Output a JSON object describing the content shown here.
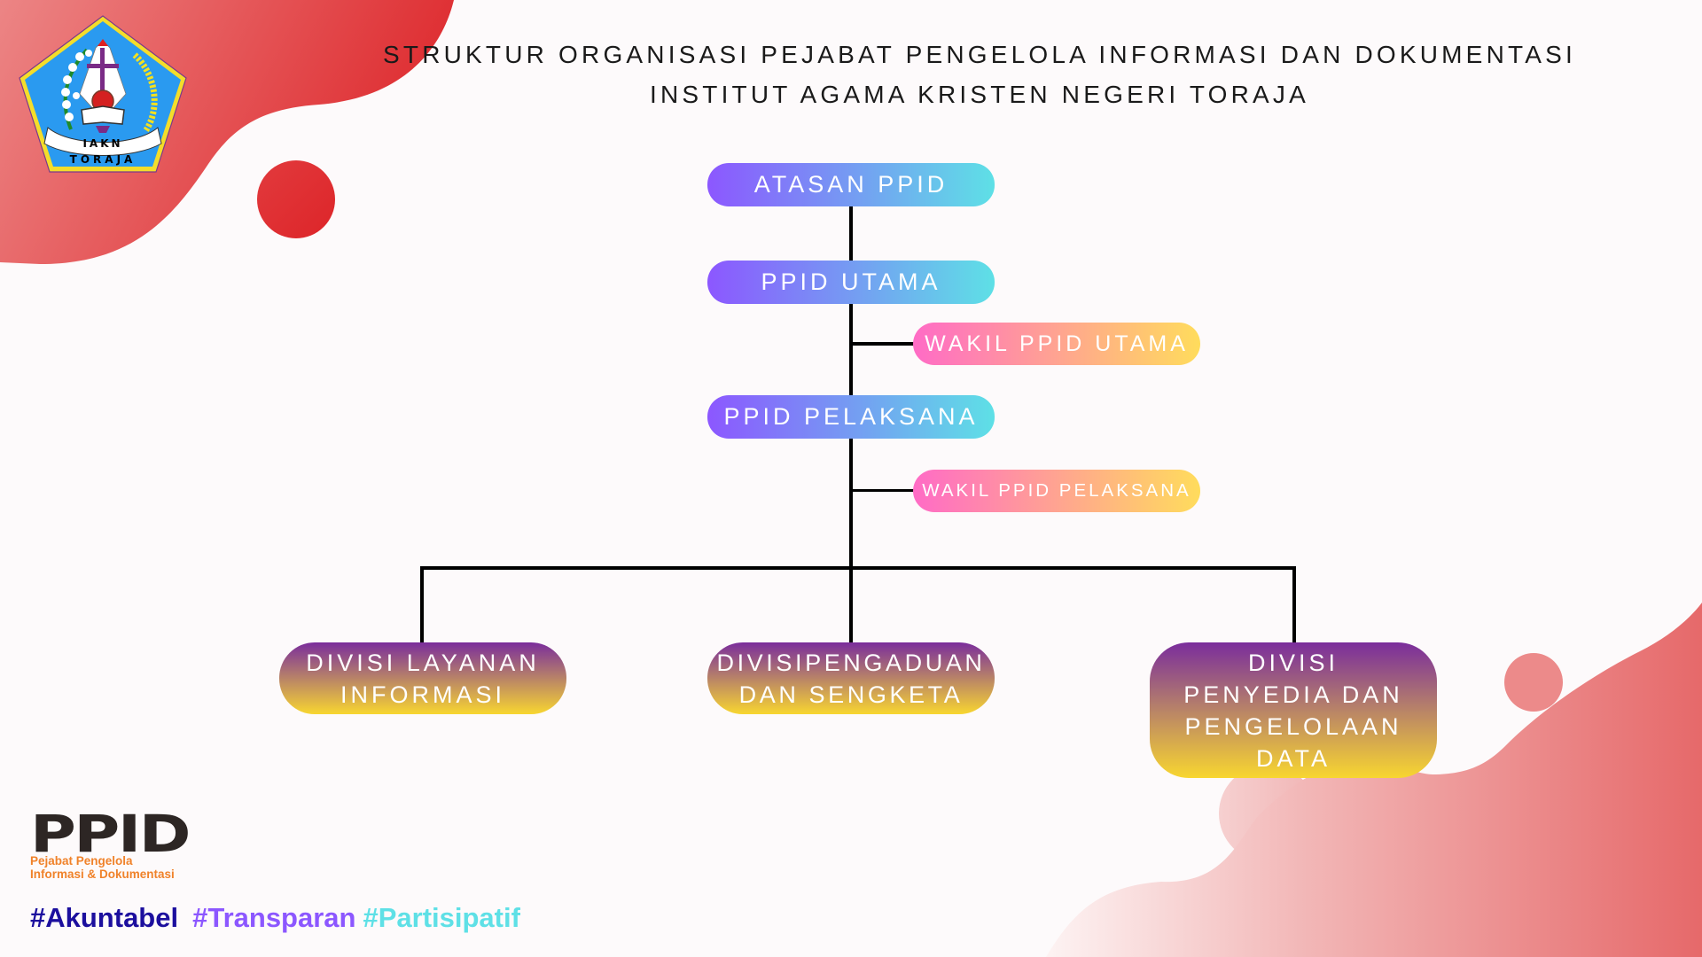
{
  "header": {
    "title_line_1": "STRUKTUR ORGANISASI PEJABAT PENGELOLA INFORMASI DAN DOKUMENTASI",
    "title_line_2": "INSTITUT AGAMA KRISTEN NEGERI TORAJA"
  },
  "logo": {
    "ribbon_text": "IAKN",
    "name_text": "TORAJA"
  },
  "org_chart": {
    "nodes": [
      {
        "id": "atasan",
        "label": "ATASAN PPID",
        "level": 1,
        "style": "blue"
      },
      {
        "id": "utama",
        "label": "PPID UTAMA",
        "level": 2,
        "style": "blue"
      },
      {
        "id": "wakil_utama",
        "label": "WAKIL PPID UTAMA",
        "level": 2.5,
        "style": "pink"
      },
      {
        "id": "pelaksana",
        "label": "PPID PELAKSANA",
        "level": 3,
        "style": "blue"
      },
      {
        "id": "wakil_pelaksana",
        "label": "WAKIL PPID PELAKSANA",
        "level": 3.5,
        "style": "pink"
      },
      {
        "id": "div_layanan",
        "label": "DIVISI LAYANAN INFORMASI",
        "level": 4,
        "style": "division"
      },
      {
        "id": "div_pengaduan",
        "label": "DIVISIPENGADUAN DAN SENGKETA",
        "level": 4,
        "style": "division"
      },
      {
        "id": "div_penyedia",
        "label": "DIVISI PENYEDIA DAN PENGELOLAAN DATA",
        "level": 4,
        "style": "division"
      }
    ],
    "edges": [
      [
        "atasan",
        "utama"
      ],
      [
        "utama",
        "wakil_utama"
      ],
      [
        "utama",
        "pelaksana"
      ],
      [
        "pelaksana",
        "wakil_pelaksana"
      ],
      [
        "pelaksana",
        "div_layanan"
      ],
      [
        "pelaksana",
        "div_pengaduan"
      ],
      [
        "pelaksana",
        "div_penyedia"
      ]
    ]
  },
  "branding": {
    "ppid_wordmark": "PPID",
    "ppid_sub_1": "Pejabat Pengelola",
    "ppid_sub_2": "Informasi & Dokumentasi",
    "hashtags": [
      {
        "text": "#Akuntabel",
        "color": "#1c0f9e"
      },
      {
        "text": "#Transparan",
        "color": "#8c57ff"
      },
      {
        "text": "#Partisipatif",
        "color": "#5ee0e6"
      }
    ]
  },
  "colors": {
    "background": "#fdfafb",
    "node_blue_start": "#8c57ff",
    "node_blue_end": "#5ee0e6",
    "node_pink_start": "#ff6bc6",
    "node_pink_end": "#ffdc5c",
    "division_top": "#7a2d9c",
    "division_bottom": "#f8d630",
    "accent_red": "#e02a2e",
    "ppid_orange": "#f0822a"
  }
}
